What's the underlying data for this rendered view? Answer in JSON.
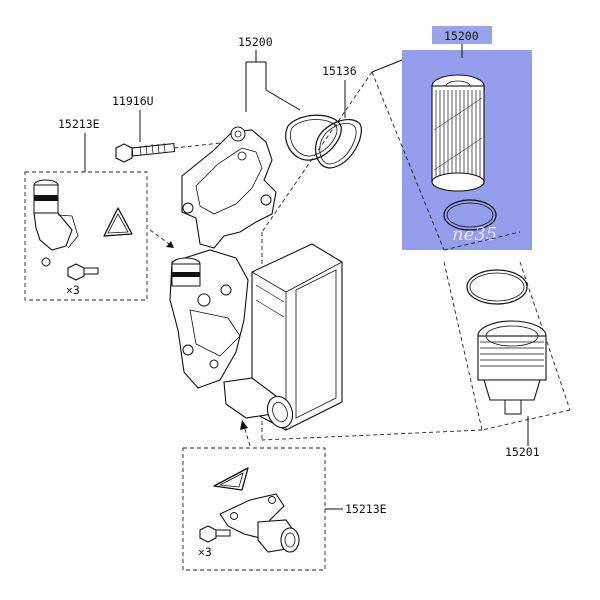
{
  "labels": {
    "housing": "15200",
    "gasket": "15136",
    "bolt": "11916U",
    "bracket_top": "15213E",
    "bracket_bottom": "15213E",
    "filter_highlight": "15200",
    "cap": "15201"
  },
  "quantities": {
    "top_bolt_qty": "×3",
    "bottom_bolt_qty": "×3"
  },
  "watermark": "ne35",
  "colors": {
    "highlight": "#8f98ec",
    "label_highlight": "#9aa4ee",
    "line": "#111111"
  }
}
